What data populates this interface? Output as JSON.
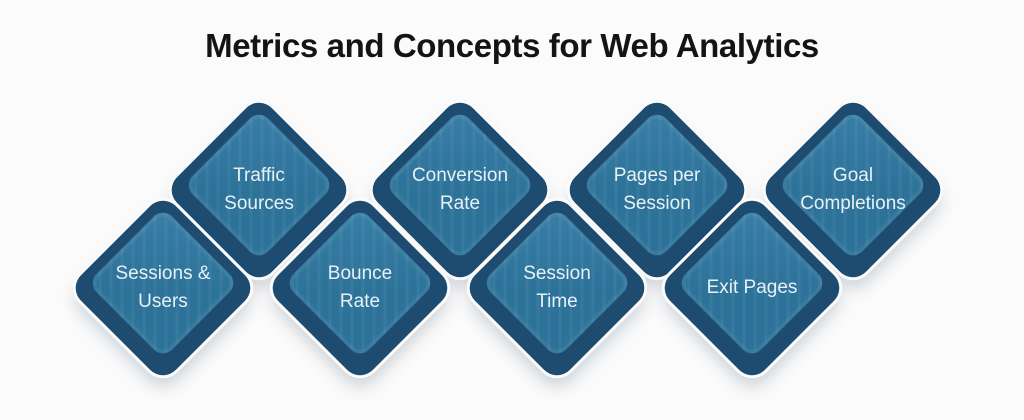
{
  "title": "Metrics and Concepts for Web Analytics",
  "colors": {
    "background": "#fbfbfb",
    "title_text": "#141414",
    "diamond_border": "#1d4c70",
    "diamond_fill": "#2d7299",
    "diamond_fill_light": "#387ea6",
    "label_text": "#e8f1f7",
    "separator": "#fbfbfb"
  },
  "diamonds": [
    {
      "id": "traffic-sources",
      "label": "Traffic\nSources",
      "row": "top"
    },
    {
      "id": "conversion-rate",
      "label": "Conversion\nRate",
      "row": "top"
    },
    {
      "id": "pages-per-session",
      "label": "Pages per\nSession",
      "row": "top"
    },
    {
      "id": "goal-completions",
      "label": "Goal\nCompletions",
      "row": "top"
    },
    {
      "id": "sessions-users",
      "label": "Sessions &\nUsers",
      "row": "bottom"
    },
    {
      "id": "bounce-rate",
      "label": "Bounce\nRate",
      "row": "bottom"
    },
    {
      "id": "session-time",
      "label": "Session\nTime",
      "row": "bottom"
    },
    {
      "id": "exit-pages",
      "label": "Exit Pages",
      "row": "bottom"
    }
  ]
}
